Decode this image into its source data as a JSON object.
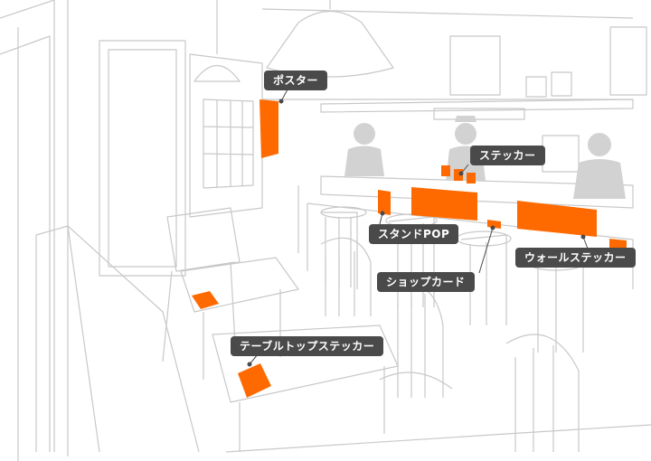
{
  "colors": {
    "accent": "#ff6a00",
    "line": "#c8c8c8",
    "silhouette": "#d2d2d2",
    "label_bg": "#4a4a4a",
    "label_text": "#ffffff"
  },
  "labels": {
    "poster": "ポスター",
    "sticker": "ステッカー",
    "stand_pop": "スタンドPOP",
    "wall_sticker": "ウォールステッカー",
    "shop_card": "ショップカード",
    "table_top_sticker": "テーブルトップステッカー"
  }
}
